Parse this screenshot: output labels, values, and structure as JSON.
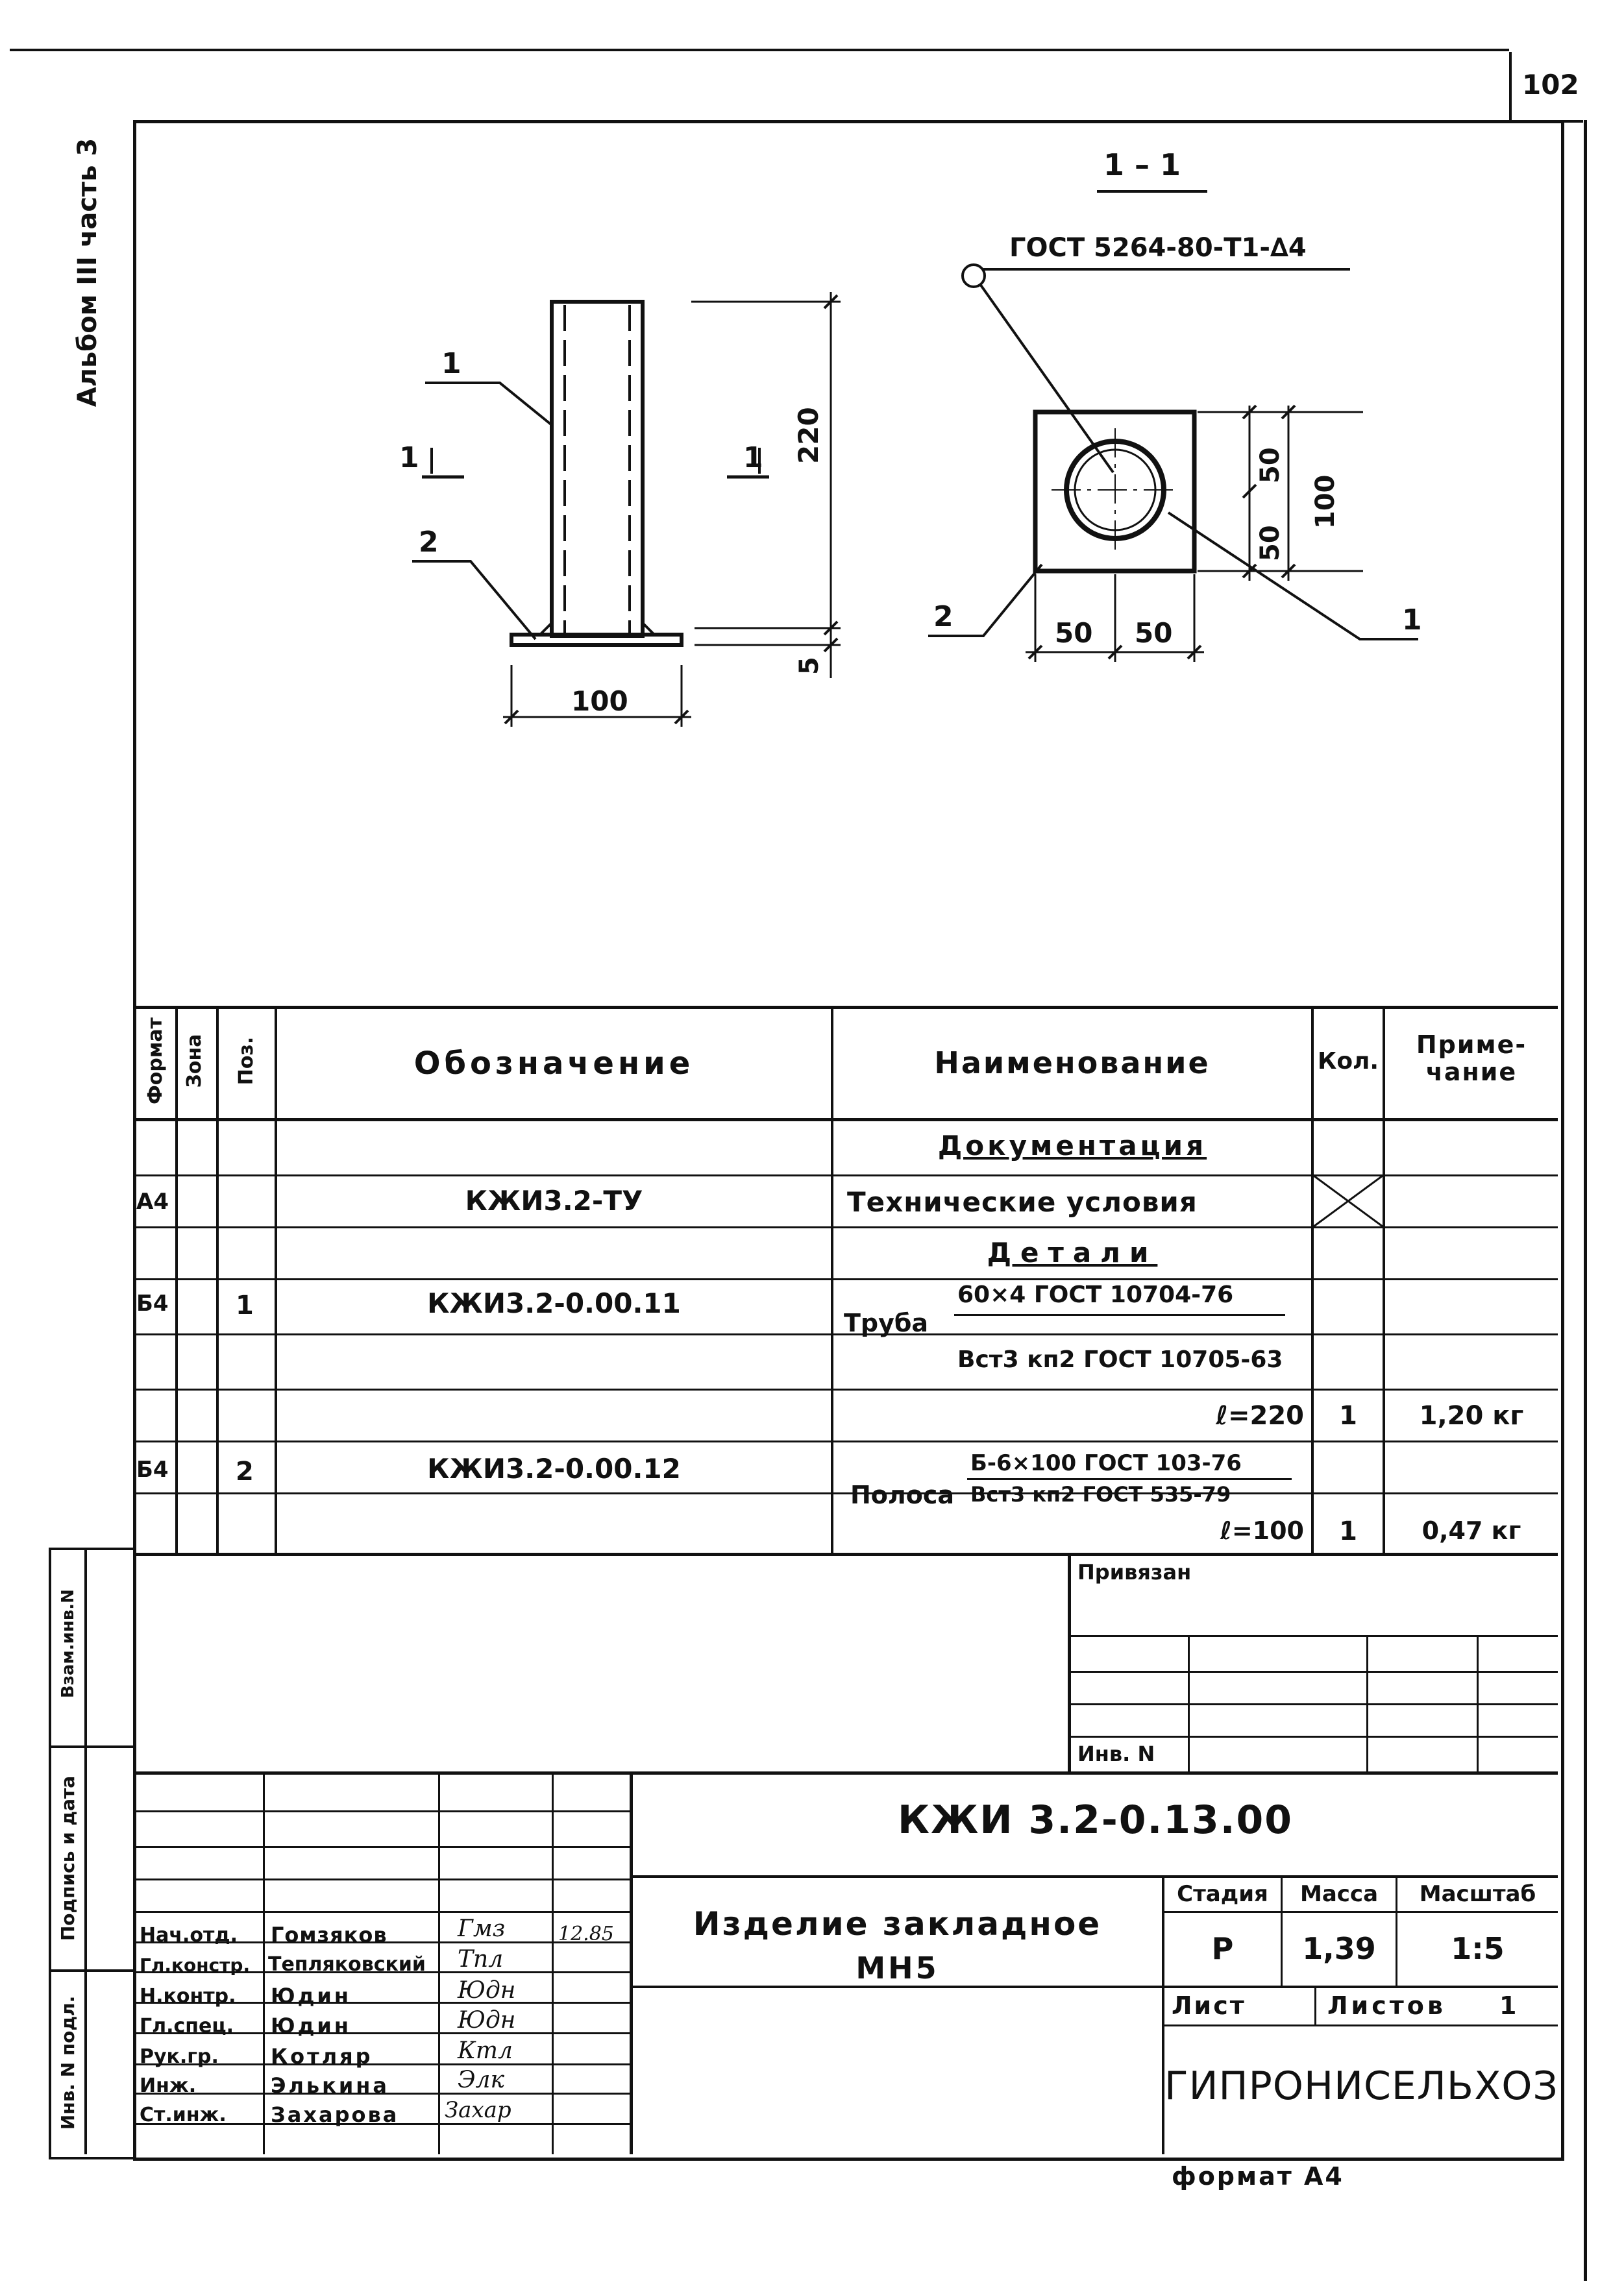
{
  "page_number": "102",
  "album_label": "Альбом III часть 3",
  "format_footer": "формат А4",
  "left_margin": {
    "inv_podl": "Инв. N подл.",
    "podpis_data": "Подпись и дата",
    "vzam_inv": "Взам.инв.N"
  },
  "drawing": {
    "section_title": "1 – 1",
    "weld_note": "ГОСТ 5264-80-Т1-∆4",
    "pos1": "1",
    "pos2": "2",
    "section_mark": "1",
    "dim_height": "220",
    "dim_plate": "5",
    "dim_width": "100",
    "dim_half": "50",
    "dim_side": "100"
  },
  "spec_table": {
    "headers": {
      "format": "Формат",
      "zone": "Зона",
      "pos": "Поз.",
      "designation": "Обозначение",
      "name": "Наименование",
      "qty": "Кол.",
      "note": "Приме-\nчание"
    },
    "section_docs": "Документация",
    "section_parts": "Детали",
    "rows": [
      {
        "format": "А4",
        "pos": "",
        "designation": "КЖИ3.2-ТУ",
        "name": "Технические условия",
        "qty": "",
        "note": ""
      },
      {
        "format": "Б4",
        "pos": "1",
        "designation": "КЖИ3.2-0.00.11",
        "name_prefix": "Труба",
        "name_top": "60×4 ГОСТ 10704-76",
        "name_bottom": "Вст3 кп2 ГОСТ 10705-63",
        "len": "ℓ=220",
        "qty": "1",
        "note": "1,20 кг"
      },
      {
        "format": "Б4",
        "pos": "2",
        "designation": "КЖИ3.2-0.00.12",
        "name_prefix": "Полоса",
        "name_top": "Б-6×100 ГОСТ 103-76",
        "name_bottom": "Вст3 кп2 ГОСТ 535-79",
        "len": "ℓ=100",
        "qty": "1",
        "note": "0,47 кг"
      }
    ]
  },
  "privyazan": {
    "label": "Привязан",
    "inv_label": "Инв. N"
  },
  "title_block": {
    "doc_code": "КЖИ 3.2-0.13.00",
    "product_title": "Изделие закладное",
    "product_code": "МН5",
    "stage_label": "Стадия",
    "mass_label": "Масса",
    "scale_label": "Масштаб",
    "stage": "Р",
    "mass": "1,39",
    "scale": "1:5",
    "sheet_label": "Лист",
    "sheets_label": "Листов",
    "sheets": "1",
    "organization": "ГИПРОНИСЕЛЬХОЗ",
    "staff": [
      {
        "role": "Нач.отд.",
        "name": "Гомзяков",
        "sign": "Гмз",
        "date": "12.85"
      },
      {
        "role": "Гл.констр.",
        "name": "Тепляковский",
        "sign": "Тпл",
        "date": ""
      },
      {
        "role": "Н.контр.",
        "name": "Юдин",
        "sign": "Юдн",
        "date": ""
      },
      {
        "role": "Гл.спец.",
        "name": "Юдин",
        "sign": "Юдн",
        "date": ""
      },
      {
        "role": "Рук.гр.",
        "name": "Котляр",
        "sign": "Ктл",
        "date": ""
      },
      {
        "role": "Инж.",
        "name": "Элькина",
        "sign": "Элк",
        "date": ""
      },
      {
        "role": "Ст.инж.",
        "name": "Захарова",
        "sign": "Захар",
        "date": ""
      }
    ]
  }
}
